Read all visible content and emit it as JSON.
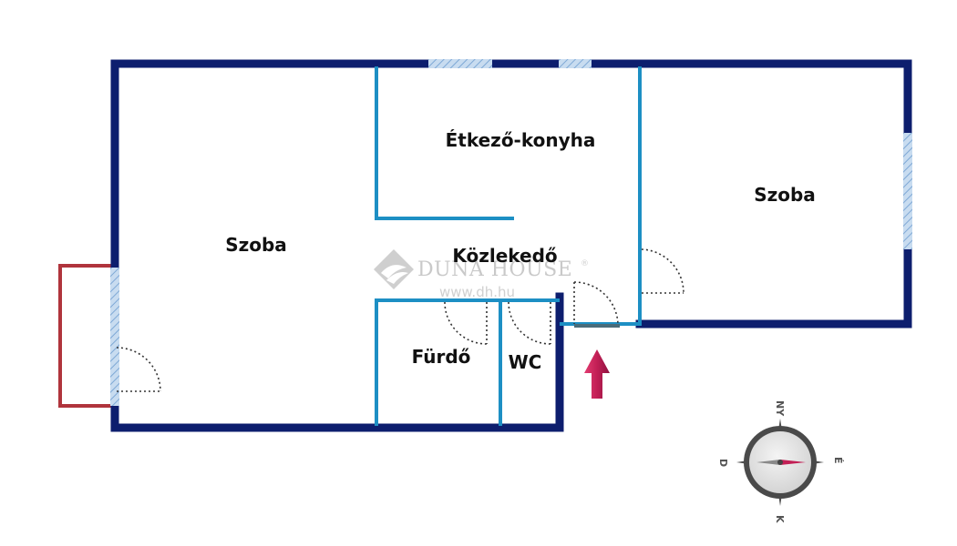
{
  "rooms": {
    "left_room": "Szoba",
    "kitchen": "Étkező-konyha",
    "right_room": "Szoba",
    "hallway": "Közlekedő",
    "bathroom": "Fürdő",
    "wc": "WC"
  },
  "watermark": {
    "brand": "DUNA HOUSE",
    "registered": "®",
    "url": "www.dh.hu"
  },
  "compass": {
    "north": "NY",
    "east": "É",
    "south": "K",
    "west": "D"
  },
  "colors": {
    "outer_wall": "#0d1e6e",
    "inner_wall": "#1d8fc4",
    "window": "#a9c7e8",
    "balcony": "#b0343c",
    "entrance_arrow": "#c8285a"
  }
}
